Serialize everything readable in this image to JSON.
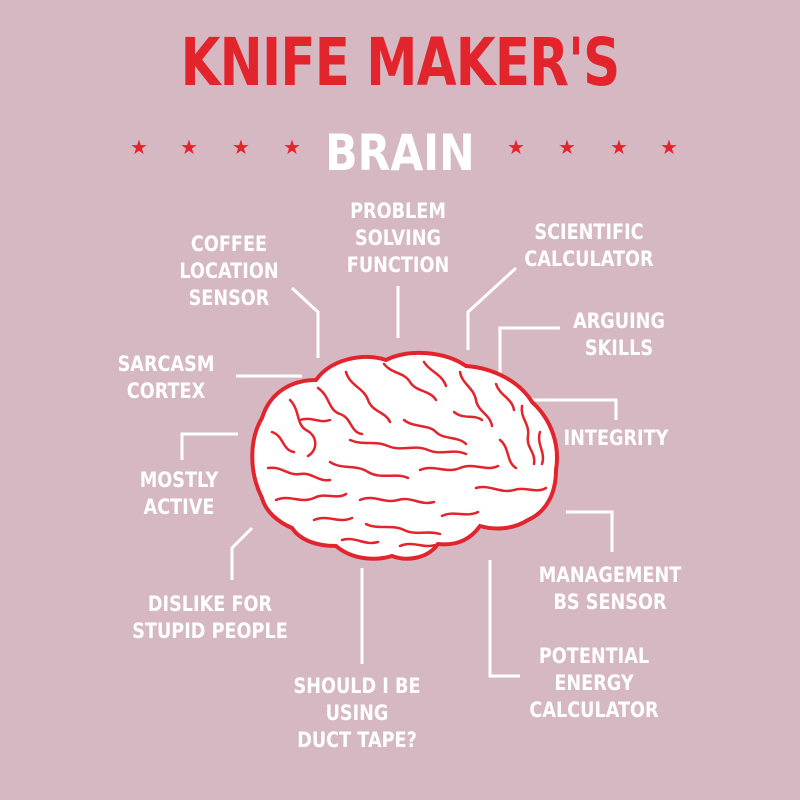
{
  "header": {
    "title": "KNIFE MAKER'S",
    "subtitle": "BRAIN",
    "accent_color": "#e2242d",
    "star_glyph": "★"
  },
  "labels": {
    "problem_solving": "PROBLEM\nSOLVING\nFUNCTION",
    "coffee_sensor": "COFFEE\nLOCATION\nSENSOR",
    "scientific_calculator": "SCIENTIFIC\nCALCULATOR",
    "arguing_skills": "ARGUING\nSKILLS",
    "sarcasm_cortex": "SARCASM\nCORTEX",
    "integrity": "INTEGRITY",
    "mostly_active": "MOSTLY\nACTIVE",
    "management_sensor": "MANAGEMENT\nBS SENSOR",
    "dislike_stupid": "DISLIKE FOR\nSTUPID PEOPLE",
    "duct_tape": "SHOULD I BE\nUSING\nDUCT TAPE?",
    "potential_energy": "POTENTIAL\nENERGY\nCALCULATOR"
  },
  "colors": {
    "background": "#d6b8c3",
    "brain": "#e2242d",
    "brain_fill": "#ffffff",
    "text": "#ffffff"
  }
}
